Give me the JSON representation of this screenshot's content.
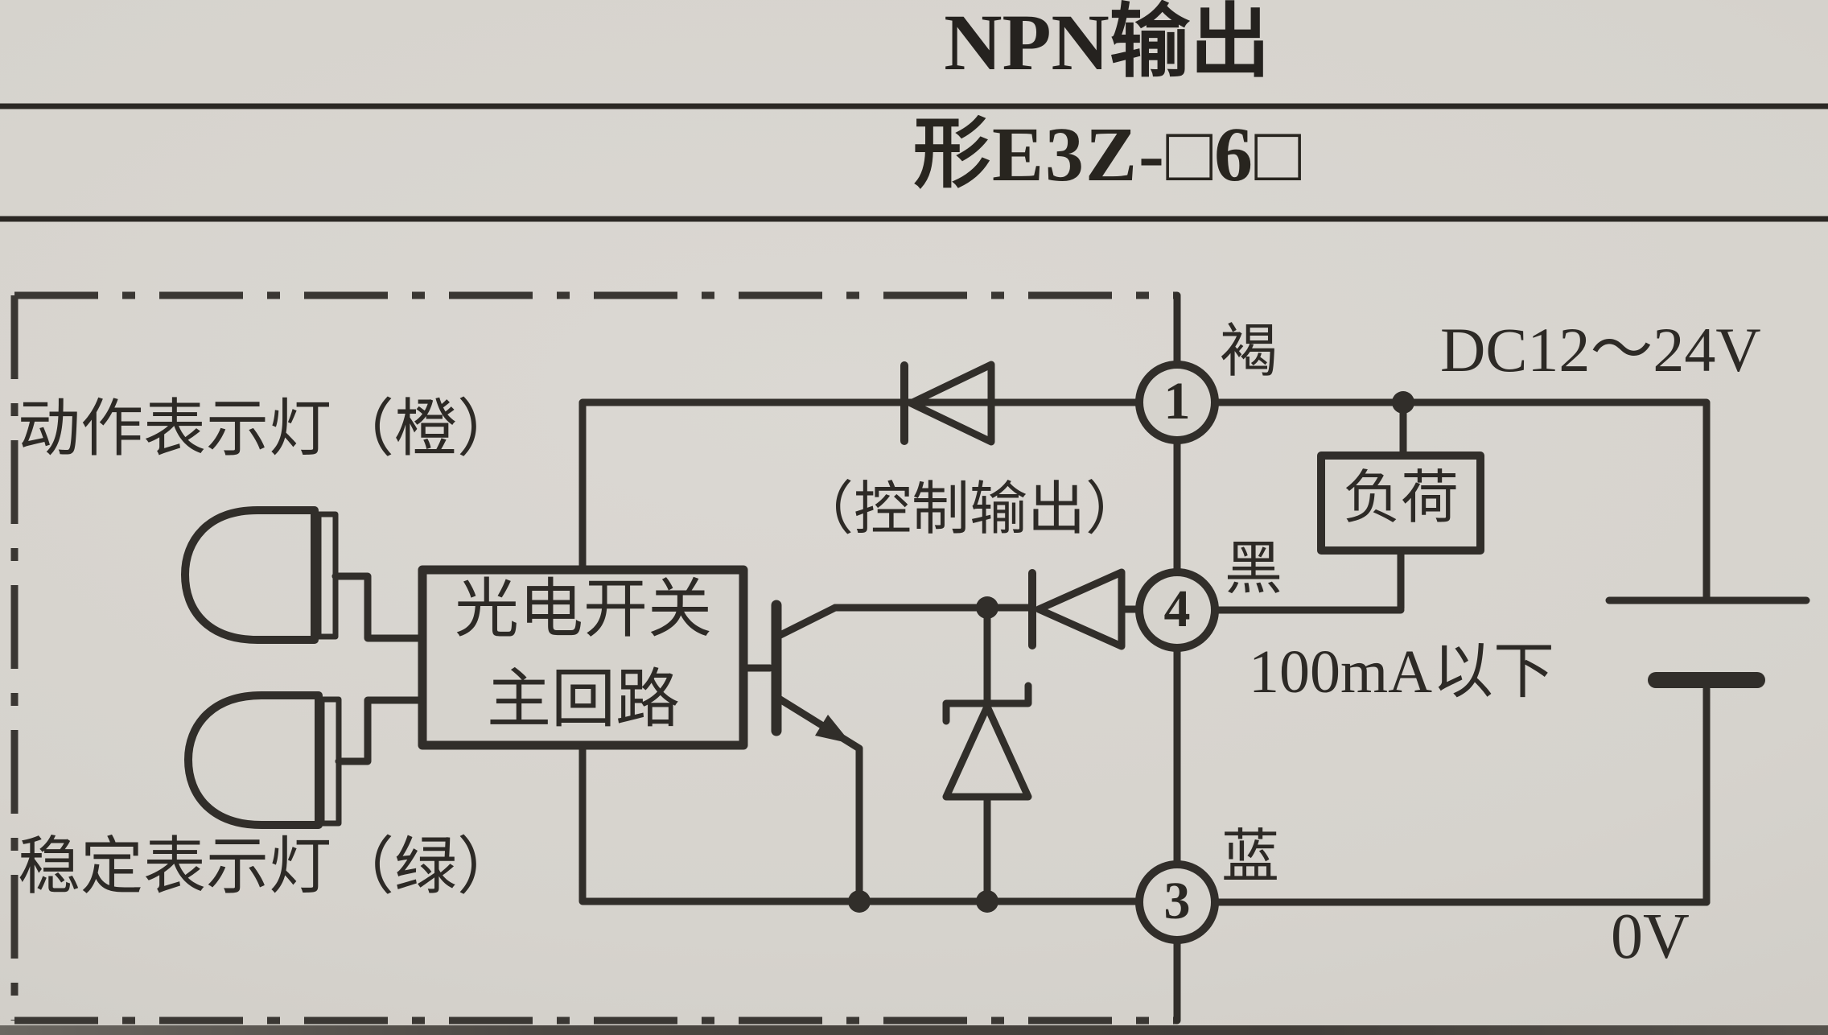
{
  "page": {
    "title": "NPN输出",
    "model": "形E3Z-□6□"
  },
  "diagram": {
    "indicator_labels": {
      "operation": "动作表示灯（橙）",
      "stability": "稳定表示灯（绿）"
    },
    "main_circuit_box": {
      "line1": "光电开关",
      "line2": "主回路"
    },
    "control_output_label": "（控制输出）",
    "load_label": "负荷",
    "supply_voltage": "DC12～24V",
    "max_current": "100mA以下",
    "zero_volt": "0V",
    "wires": {
      "brown": "褐",
      "black": "黑",
      "blue": "蓝"
    },
    "terminals": [
      {
        "number": "1"
      },
      {
        "number": "4"
      },
      {
        "number": "3"
      }
    ],
    "colors": {
      "paper": "#d6d3cd",
      "ink": "#312e2a"
    }
  }
}
